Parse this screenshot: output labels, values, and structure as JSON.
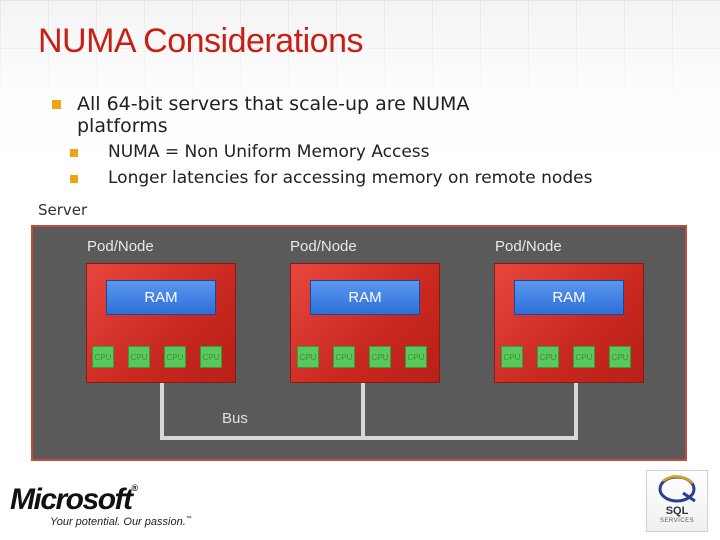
{
  "slide": {
    "title": "NUMA Considerations",
    "bullets": {
      "main_line1": "All 64-bit servers that scale-up are NUMA",
      "main_line2": "platforms",
      "sub1": "NUMA = Non Uniform Memory Access",
      "sub2": "Longer latencies for accessing memory on remote nodes"
    },
    "accent_color": "#c81f15",
    "bullet_color": "#f0a414"
  },
  "diagram": {
    "server_label": "Server",
    "pods": [
      {
        "label": "Pod/Node",
        "ram": "RAM",
        "cpus": [
          "CPU",
          "CPU",
          "CPU",
          "CPU"
        ]
      },
      {
        "label": "Pod/Node",
        "ram": "RAM",
        "cpus": [
          "CPU",
          "CPU",
          "CPU",
          "CPU"
        ]
      },
      {
        "label": "Pod/Node",
        "ram": "RAM",
        "cpus": [
          "CPU",
          "CPU",
          "CPU",
          "CPU"
        ]
      }
    ],
    "bus_label": "Bus"
  },
  "footer": {
    "company": "Microsoft",
    "registered": "®",
    "tagline": "Your potential. Our passion.",
    "trademark": "™",
    "product_name": "SQL",
    "product_sub": "SERVICES",
    "icons": [
      "microsoft-logo-icon",
      "sql-services-logo-icon"
    ]
  }
}
